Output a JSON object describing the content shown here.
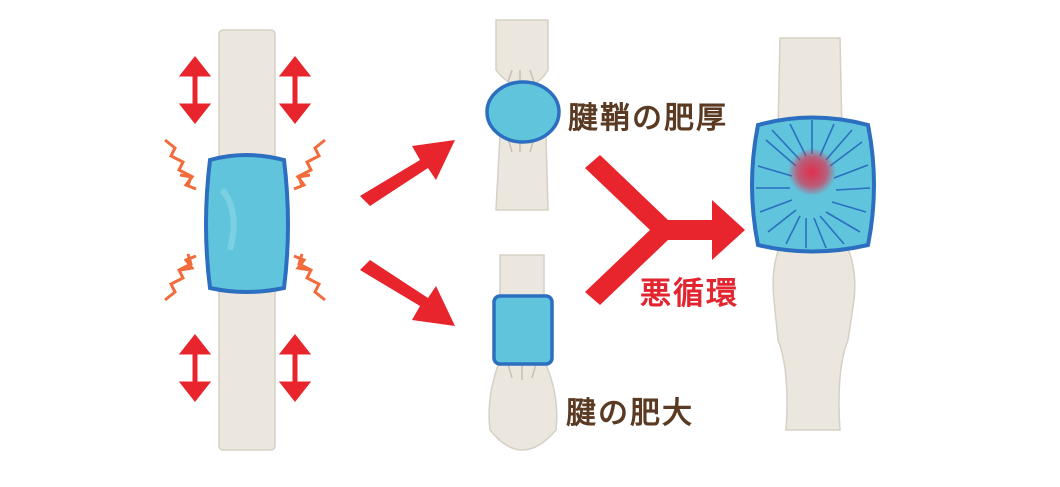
{
  "labels": {
    "sheath_thickening": "腱鞘の肥厚",
    "tendon_hypertrophy": "腱の肥大",
    "vicious_cycle": "悪循環"
  },
  "colors": {
    "tendon_fill": "#ebe6de",
    "sheath_fill": "#5fc4dc",
    "sheath_outline": "#2c6fc0",
    "arrow_red": "#e8242c",
    "pain_orange": "#f26b3a",
    "inflammation_red": "#e0304e",
    "text_brown": "#5a3a22"
  }
}
